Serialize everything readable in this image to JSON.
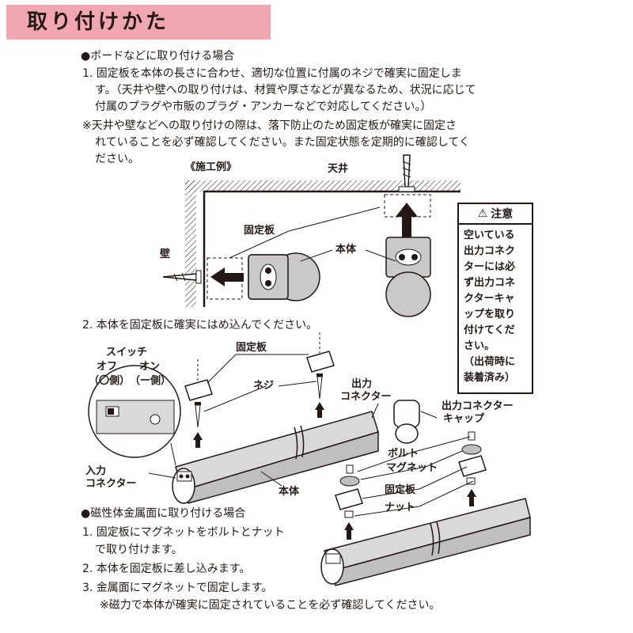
{
  "title": "取り付けかた",
  "board": {
    "heading": "●ボードなどに取り付ける場合",
    "step1": [
      "1. 固定板を本体の長さに合わせ、適切な位置に付属のネジで確実に固定しま",
      "す。（天井や壁への取り付けは、材質や厚さなどが異なるため、状況に応じて",
      "付属のプラグや市販のプラグ・アンカーなどで対応してください。）"
    ],
    "note": [
      "※天井や壁などへの取り付けの際は、落下防止のため固定板が確実に固定さ",
      "れていることを必ず確認してください。また固定状態を定期的に確認してく",
      "ださい。"
    ],
    "step2": "2. 本体を固定板に確実にはめ込んでください。"
  },
  "diagram1": {
    "example": "《施工例》",
    "ceiling": "天井",
    "wall": "壁",
    "plate": "固定板",
    "body": "本体"
  },
  "warning": {
    "title": "注意",
    "lines": [
      "空いている",
      "出力コネク",
      "ターには必",
      "ず出力コネ",
      "クターキャ",
      "ップを取り",
      "付けてくだ",
      "さい。",
      "（出荷時に",
      "装着済み）"
    ]
  },
  "diagram2": {
    "switch": "スイッチ",
    "off": "オフ",
    "on": "オン",
    "off_side": "（〇側）",
    "on_side": "（ー側）",
    "plate": "固定板",
    "screw": "ネジ",
    "output_connector_1": "出力",
    "output_connector_2": "コネクター",
    "cap_1": "出力コネクター",
    "cap_2": "キャップ",
    "input_1": "入力",
    "input_2": "コネクター",
    "body": "本体",
    "bolt": "ボルト",
    "magnet": "マグネット",
    "plate2": "固定板",
    "nut": "ナット"
  },
  "magnetic": {
    "heading": "●磁性体金属面に取り付ける場合",
    "step1a": "1. 固定板にマグネットをボルトとナット",
    "step1b": "で取り付けます。",
    "step2": "2. 本体を固定板に差し込みます。",
    "step3": "3. 金属面にマグネットで固定します。",
    "note": "※磁力で本体が確実に固定されていることを必ず確認してください。"
  }
}
